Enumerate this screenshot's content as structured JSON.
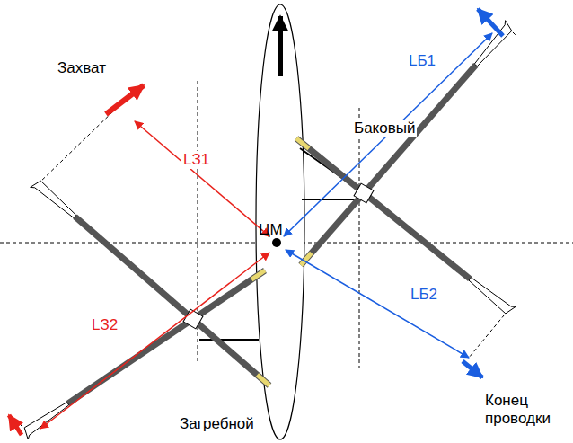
{
  "diagram": {
    "labels": [
      "Захват",
      "LЗ1",
      "Баковый",
      "LБ1",
      "ЦМ",
      "LЗ2",
      "LБ2",
      "Загребной",
      "Конец проводки"
    ]
  }
}
